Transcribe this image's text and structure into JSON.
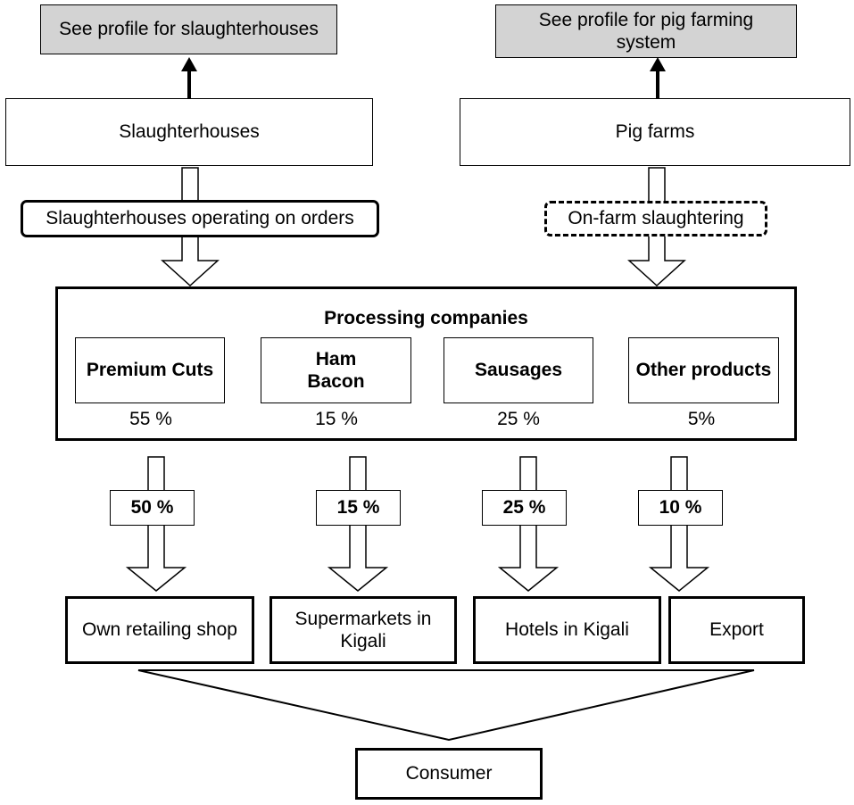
{
  "top_links": {
    "slaughterhouses_profile": "See profile for slaughterhouses",
    "pig_farming_profile_line1": "See profile for pig farming",
    "pig_farming_profile_line2": "system"
  },
  "sources": {
    "slaughterhouses": "Slaughterhouses",
    "pig_farms": "Pig farms"
  },
  "channels": {
    "orders": "Slaughterhouses operating on orders",
    "on_farm": "On-farm slaughtering"
  },
  "processing": {
    "title": "Processing companies",
    "products": [
      {
        "label_line1": "Premium Cuts",
        "label_line2": "",
        "share": "55 %"
      },
      {
        "label_line1": "Ham",
        "label_line2": "Bacon",
        "share": "15 %"
      },
      {
        "label_line1": "Sausages",
        "label_line2": "",
        "share": "25 %"
      },
      {
        "label_line1": "Other products",
        "label_line2": "",
        "share": "5%"
      }
    ]
  },
  "flows": [
    "50 %",
    "15 %",
    "25 %",
    "10 %"
  ],
  "outlets": [
    {
      "line1": "Own retailing shop",
      "line2": ""
    },
    {
      "line1": "Supermarkets in",
      "line2": "Kigali"
    },
    {
      "line1": "Hotels in Kigali",
      "line2": ""
    },
    {
      "line1": "Export",
      "line2": ""
    }
  ],
  "consumer": "Consumer"
}
